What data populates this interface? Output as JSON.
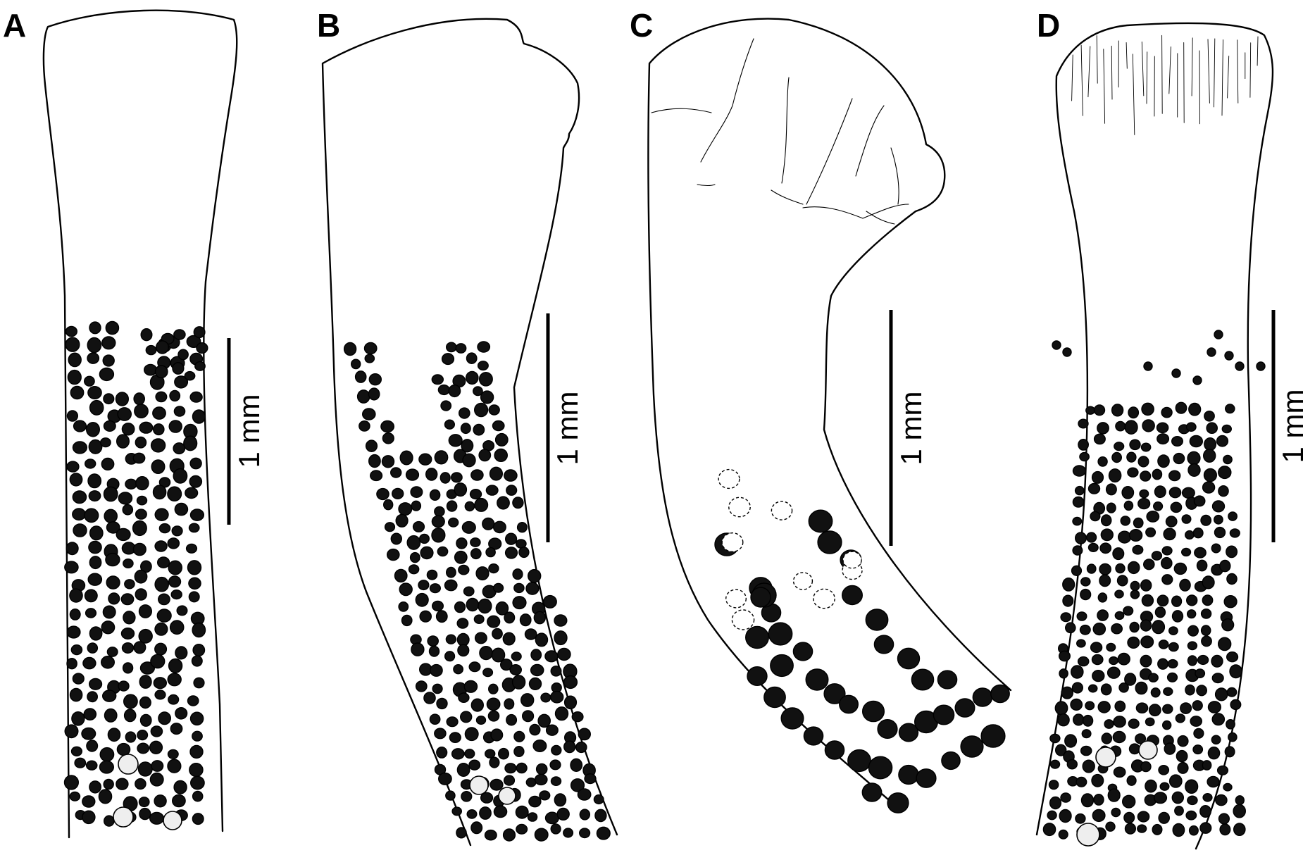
{
  "figure": {
    "panels": [
      {
        "letter": "A",
        "scale_label": "1 mm"
      },
      {
        "letter": "B",
        "scale_label": "1 mm"
      },
      {
        "letter": "C",
        "scale_label": "1 mm"
      },
      {
        "letter": "D",
        "scale_label": "1 mm"
      }
    ]
  },
  "colors": {
    "ink": "#000000",
    "paper": "#ffffff",
    "stipple": "#eeeeee"
  }
}
